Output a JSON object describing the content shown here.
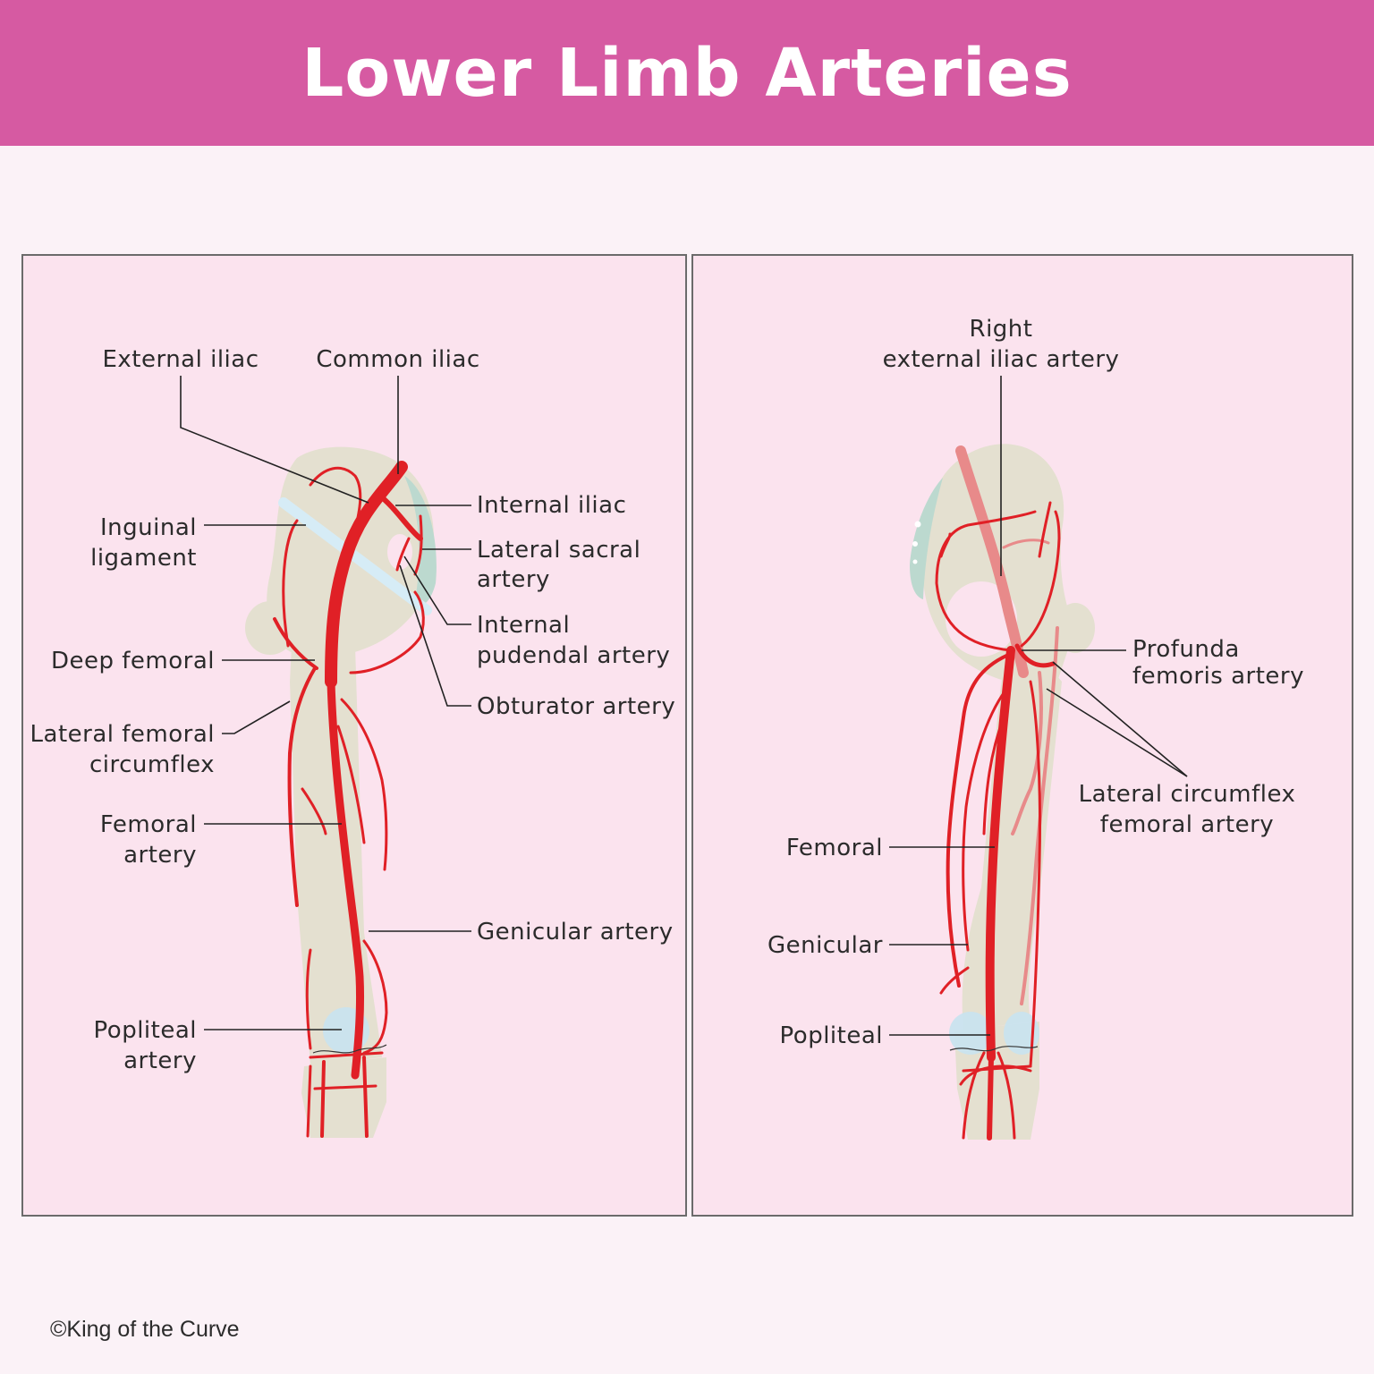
{
  "title": "Lower Limb Arteries",
  "left_panel": {
    "labels": {
      "external_iliac": "External iliac",
      "common_iliac": "Common iliac",
      "inguinal_1": "Inguinal",
      "inguinal_2": "ligament",
      "internal_iliac": "Internal iliac",
      "lateral_sacral_1": "Lateral sacral",
      "lateral_sacral_2": "artery",
      "internal_pudendal_1": "Internal",
      "internal_pudendal_2": "pudendal artery",
      "deep_femoral": "Deep femoral",
      "obturator": "Obturator artery",
      "lateral_femoral_1": "Lateral femoral",
      "lateral_femoral_2": "circumflex",
      "femoral_1": "Femoral",
      "femoral_2": "artery",
      "genicular": "Genicular artery",
      "popliteal_1": "Popliteal",
      "popliteal_2": "artery"
    }
  },
  "right_panel": {
    "labels": {
      "right_ext_iliac_1": "Right",
      "right_ext_iliac_2": "external iliac artery",
      "profunda_1": "Profunda",
      "profunda_2": "femoris artery",
      "lat_circumflex_1": "Lateral circumflex",
      "lat_circumflex_2": "femoral artery",
      "femoral": "Femoral",
      "genicular": "Genicular",
      "popliteal": "Popliteal"
    }
  },
  "credit": "©King of the Curve",
  "colors": {
    "banner": "#d65aa2",
    "panel": "#fbe3ee",
    "artery": "#e02026",
    "bone": "#e4e0d0"
  }
}
